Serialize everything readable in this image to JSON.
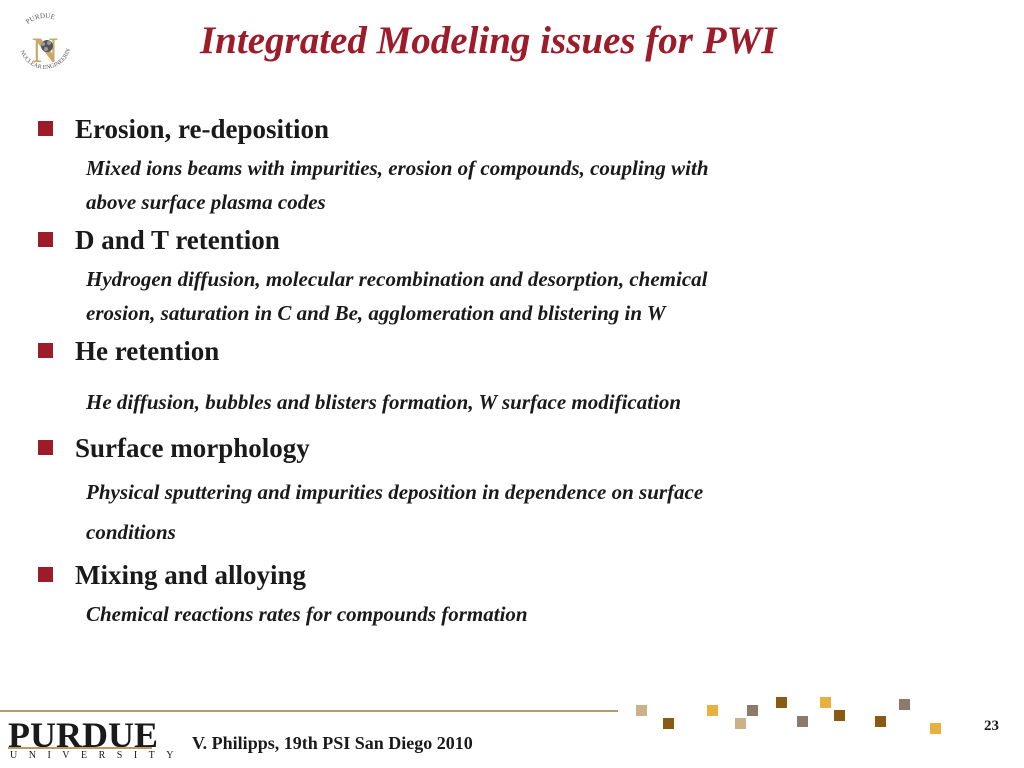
{
  "slide": {
    "title": "Integrated Modeling issues for PWI",
    "logo_text": "PURDUE NUCLEAR ENGINEERING",
    "items": [
      {
        "heading": "Erosion, re-deposition",
        "detail_lines": [
          "Mixed ions beams with impurities, erosion of compounds, coupling with",
          "above surface plasma codes"
        ]
      },
      {
        "heading": "D and T retention",
        "detail_lines": [
          "Hydrogen diffusion, molecular recombination and desorption, chemical",
          "erosion, saturation in C and Be, agglomeration and blistering in W"
        ]
      },
      {
        "heading": "He retention",
        "detail_lines": [
          "He diffusion, bubbles and blisters formation, W surface modification"
        ]
      },
      {
        "heading": "Surface morphology",
        "detail_lines": [
          "Physical sputtering and impurities deposition in dependence on surface",
          "conditions"
        ]
      },
      {
        "heading": "Mixing and alloying",
        "detail_lines": [
          "Chemical reactions rates for compounds formation"
        ]
      }
    ]
  },
  "footer": {
    "logo_word": "PURDUE",
    "logo_sub": "UNIVERSITY",
    "credit": "V. Philipps, 19th PSI San Diego 2010",
    "page_number": "23"
  },
  "colors": {
    "title": "#9c1c2a",
    "bullet": "#9c1c2a",
    "gold": "#b89a6a",
    "deco_orange": "#e8b040",
    "deco_brown": "#8a5a14",
    "deco_gray": "#8c7a6a",
    "deco_tan": "#cbb088"
  }
}
